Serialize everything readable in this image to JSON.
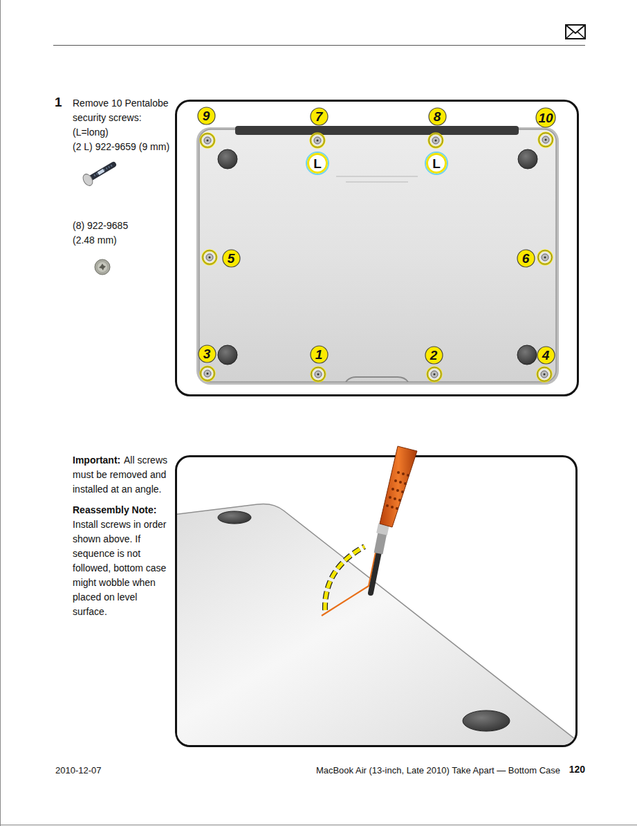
{
  "diagram": {
    "nodes": [
      {
        "text": [
          "9"
        ]
      },
      {
        "text": [
          "7"
        ]
      },
      {
        "text": [
          "8"
        ]
      },
      {
        "text": [
          "10"
        ]
      },
      {
        "text": [
          "L"
        ]
      },
      {
        "text": [
          "L"
        ]
      },
      {
        "text": [
          "5"
        ]
      },
      {
        "text": [
          "6"
        ]
      },
      {
        "text": [
          "3"
        ]
      },
      {
        "text": [
          "1"
        ]
      },
      {
        "text": [
          "2"
        ]
      },
      {
        "text": [
          "4"
        ]
      }
    ],
    "labels": [
      "1",
      "Remove 10 Pentalobe security screws:",
      "(L=long)",
      "(2 L) 922-9659 (9 mm)",
      "(8) 922-9685",
      "(2.48 mm)",
      "Important:",
      "All screws must be removed and installed at an angle.",
      "Reassembly Note:",
      "Install screws in order shown above. If sequence is not followed, bottom case might wobble when placed on level surface.",
      "2010-12-07",
      "MacBook Air (13-inch, Late 2010) Take Apart — Bottom Case",
      "120"
    ]
  }
}
